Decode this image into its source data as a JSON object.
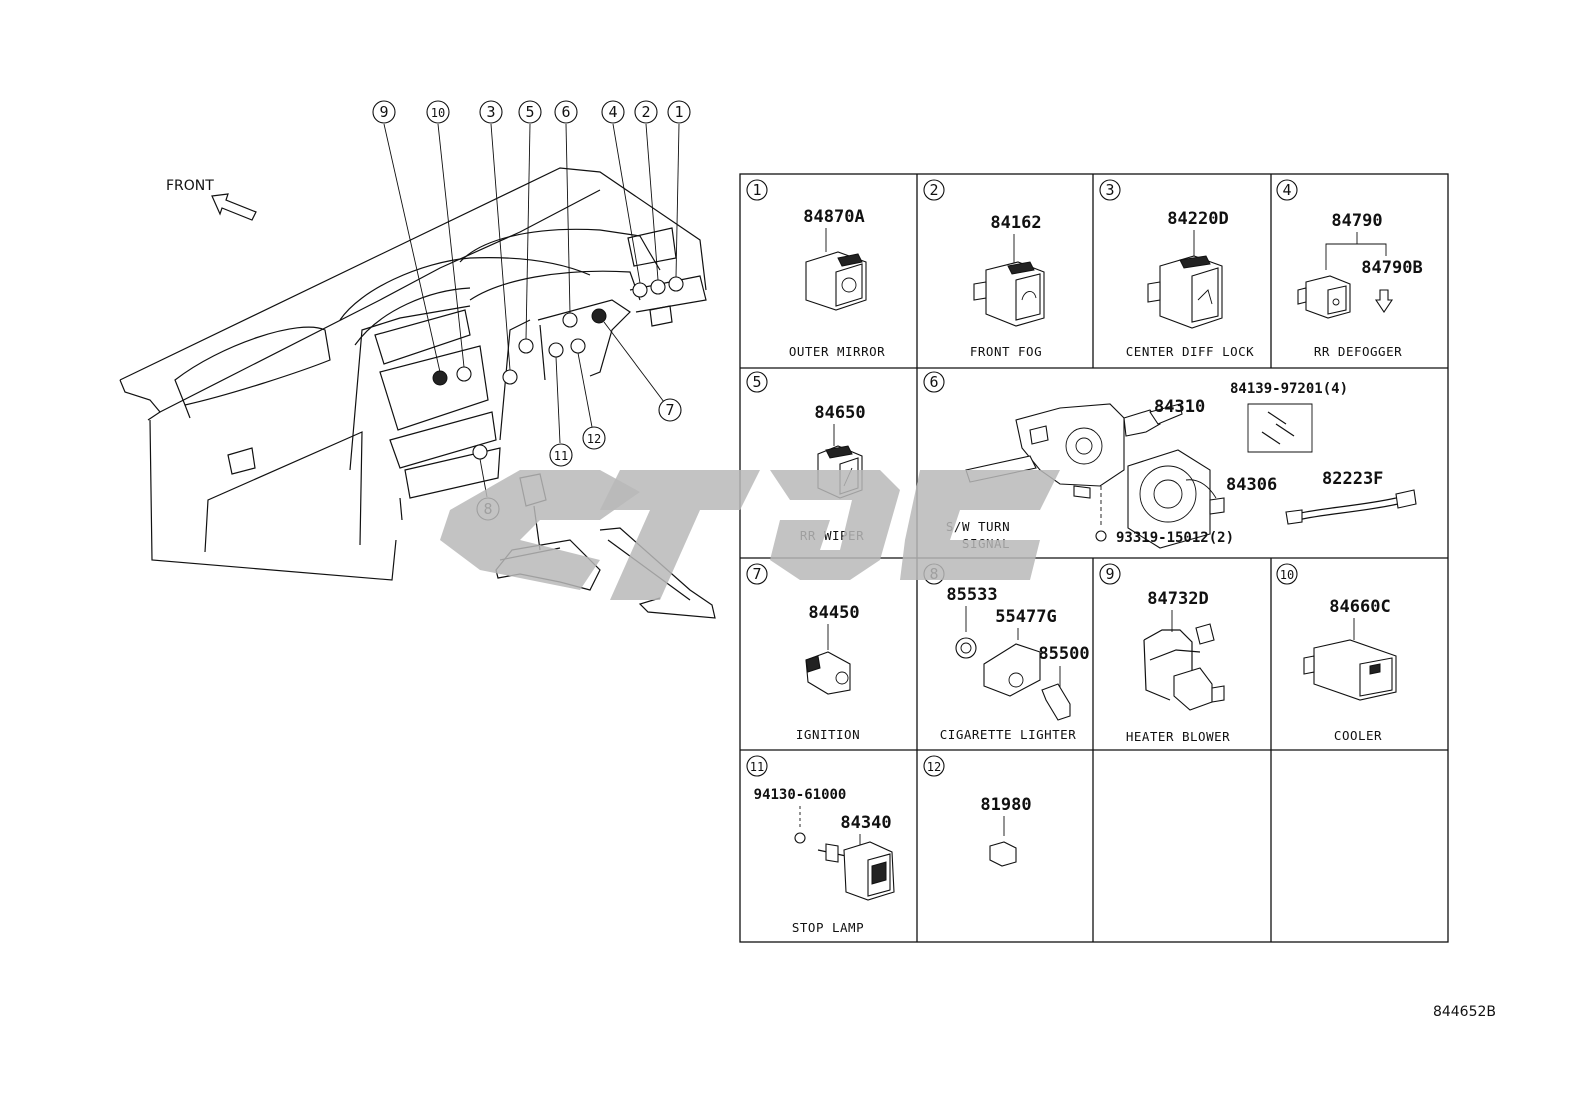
{
  "diagram": {
    "front_label": "FRONT",
    "reference_code": "844652B",
    "callouts": [
      "9",
      "10",
      "3",
      "5",
      "6",
      "4",
      "2",
      "1",
      "7",
      "11",
      "12",
      "8"
    ],
    "cells": [
      {
        "id": "1",
        "parts": [
          "84870A"
        ],
        "caption": "OUTER MIRROR"
      },
      {
        "id": "2",
        "parts": [
          "84162"
        ],
        "caption": "FRONT FOG"
      },
      {
        "id": "3",
        "parts": [
          "84220D"
        ],
        "caption": "CENTER DIFF LOCK"
      },
      {
        "id": "4",
        "parts": [
          "84790",
          "84790B"
        ],
        "caption": "RR DEFOGGER"
      },
      {
        "id": "5",
        "parts": [
          "84650"
        ],
        "caption": "RR WIPER"
      },
      {
        "id": "6",
        "parts": [
          "84310",
          "84139-97201(4)",
          "84306",
          "82223F",
          "93319-15012(2)"
        ],
        "caption": "S/W TURN SIGNAL",
        "caption_line1": "S/W TURN",
        "caption_line2": "SIGNAL"
      },
      {
        "id": "7",
        "parts": [
          "84450"
        ],
        "caption": "IGNITION"
      },
      {
        "id": "8",
        "parts": [
          "85533",
          "55477G",
          "85500"
        ],
        "caption": "CIGARETTE LIGHTER"
      },
      {
        "id": "9",
        "parts": [
          "84732D"
        ],
        "caption": "HEATER BLOWER"
      },
      {
        "id": "10",
        "parts": [
          "84660C"
        ],
        "caption": "COOLER"
      },
      {
        "id": "11",
        "parts": [
          "94130-61000",
          "84340"
        ],
        "caption": "STOP LAMP"
      },
      {
        "id": "12",
        "parts": [
          "81980"
        ],
        "caption": ""
      }
    ]
  }
}
